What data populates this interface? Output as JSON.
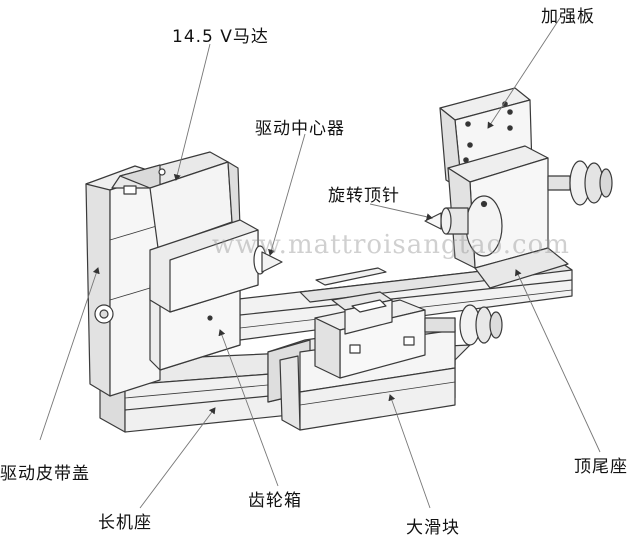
{
  "labels": {
    "motor": "14.5 V马达",
    "reinforcing_plate": "加强板",
    "drive_center": "驱动中心器",
    "rotating_center": "旋转顶针",
    "belt_cover": "驱动皮带盖",
    "gearbox": "齿轮箱",
    "bed": "长机座",
    "carriage": "大滑块",
    "tailstock": "顶尾座"
  },
  "watermark": "www.mattroisangtao.com",
  "colors": {
    "line": "#3a3a3a",
    "fill_light": "#f4f4f4",
    "fill_mid": "#e6e6e6",
    "fill_dark": "#cfcfcf",
    "leader": "#777777",
    "arrow": "#333333"
  }
}
